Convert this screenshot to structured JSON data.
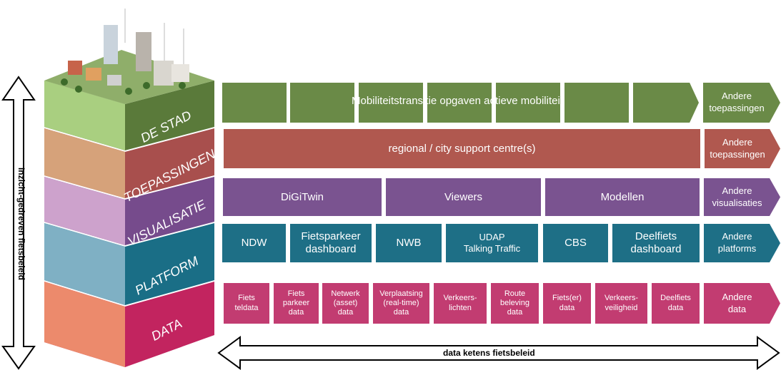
{
  "layers": {
    "stad": "DE STAD",
    "toepassingen": "TOEPASSINGEN",
    "visualisatie": "VISUALISATIE",
    "platform": "PLATFORM",
    "data": "DATA"
  },
  "left_axis_label": "Inzicht-gedreven fietsbeleid",
  "bottom_axis_label": "data ketens fietsbeleid",
  "rows": {
    "stad": {
      "banner": "Mobiliteitstransitie opgaven actieve mobiliteit",
      "end": "Andere\ntoepassingen"
    },
    "toepassingen": {
      "banner": "regional / city support centre(s)",
      "end": "Andere\ntoepassingen"
    },
    "visualisatie": {
      "items": [
        "DiGiTwin",
        "Viewers",
        "Modellen"
      ],
      "end": "Andere\nvisualisaties"
    },
    "platform": {
      "items": [
        "NDW",
        "Fietsparkeer\ndashboard",
        "NWB",
        "UDAP\nTalking Traffic",
        "CBS",
        "Deelfiets\ndashboard"
      ],
      "end": "Andere\nplatforms"
    },
    "data": {
      "items": [
        "Fiets\nteldata",
        "Fiets\nparkeer\ndata",
        "Netwerk\n(asset)\ndata",
        "Verplaatsing\n(real-time)\ndata",
        "Verkeers-\nlichten",
        "Route\nbeleving\ndata",
        "Fiets(er)\ndata",
        "Verkeers-\nveiligheid",
        "Deelfiets\ndata"
      ],
      "end": "Andere\ndata"
    }
  },
  "colors": {
    "stad": "#6a8a47",
    "toepassingen": "#b0584f",
    "visualisatie": "#7a5390",
    "platform": "#1e6f86",
    "data": "#c23c71"
  }
}
